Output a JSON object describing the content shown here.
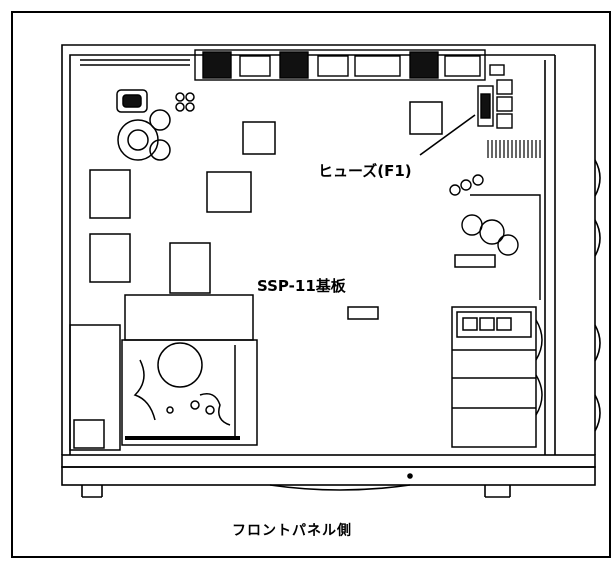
{
  "labels": {
    "fuse": "ヒューズ(F1)",
    "board": "SSP-11基板",
    "front_panel": "フロントパネル側"
  },
  "colors": {
    "line": "#000000",
    "background": "#ffffff"
  }
}
